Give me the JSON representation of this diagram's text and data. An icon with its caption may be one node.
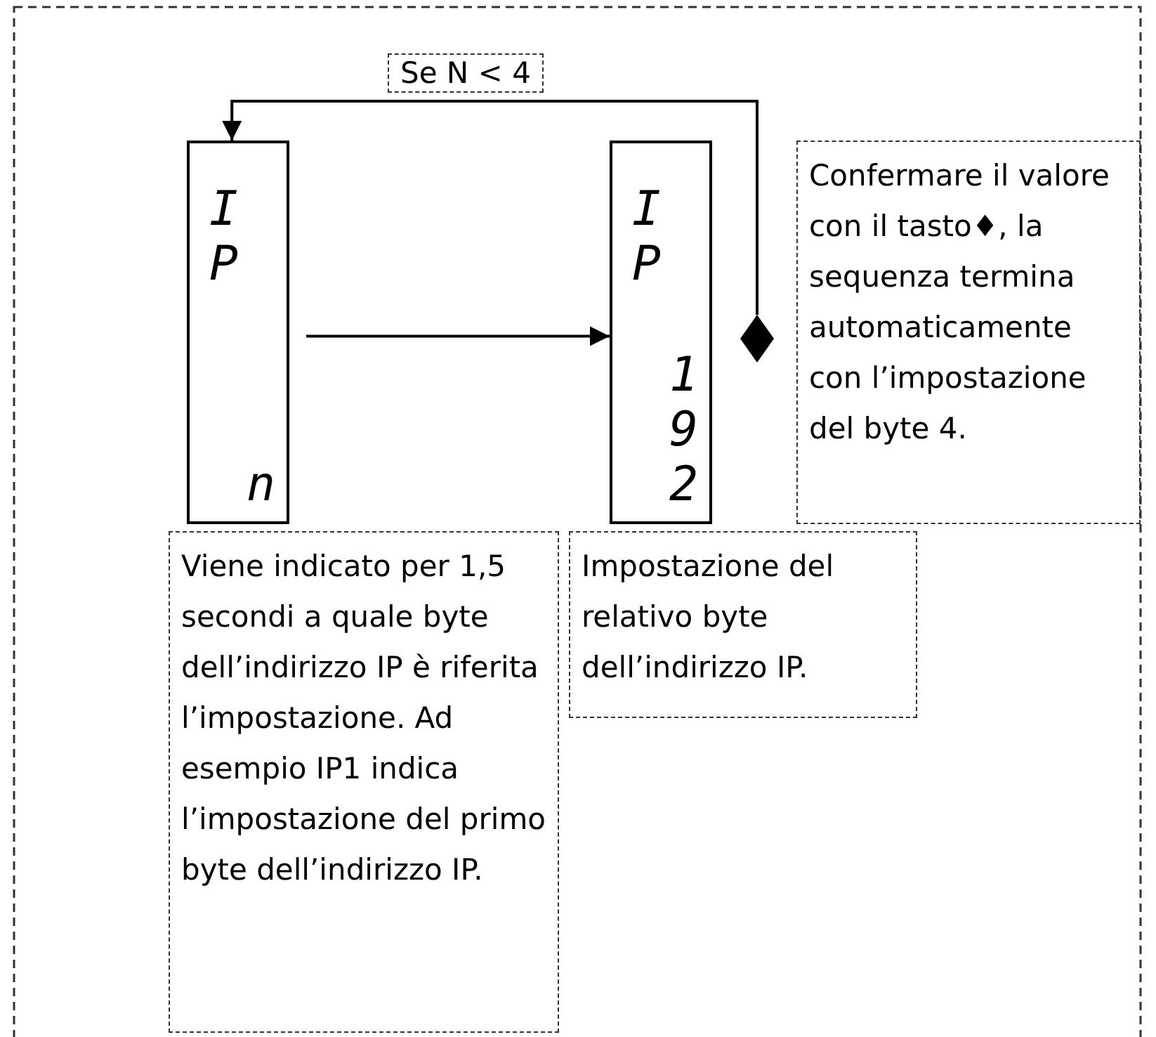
{
  "diagram": {
    "nodes": [
      {
        "text": [
          "IP",
          "n"
        ]
      },
      {
        "text": [
          "IP",
          "192"
        ]
      },
      {
        "text": [],
        "shape": "diamond"
      },
      {
        "text": [
          "Confermare il valore con il tasto♦, la sequenza termina automaticamente con l’impostazione del byte 4."
        ]
      },
      {
        "text": [
          "Viene indicato per 1,5 secondi a quale byte dell’indirizzo IP è riferita l’impostazione. Ad esempio IP1 indica l’impostazione del primo byte dell’indirizzo IP."
        ]
      },
      {
        "text": [
          "Impostazione del relativo byte dell’indirizzo IP."
        ]
      }
    ],
    "edges": [
      {
        "from": 0,
        "to": 1,
        "arrow": "to"
      },
      {
        "from": 2,
        "to": 0,
        "arrow": "to",
        "label": "Se N < 4"
      }
    ]
  }
}
